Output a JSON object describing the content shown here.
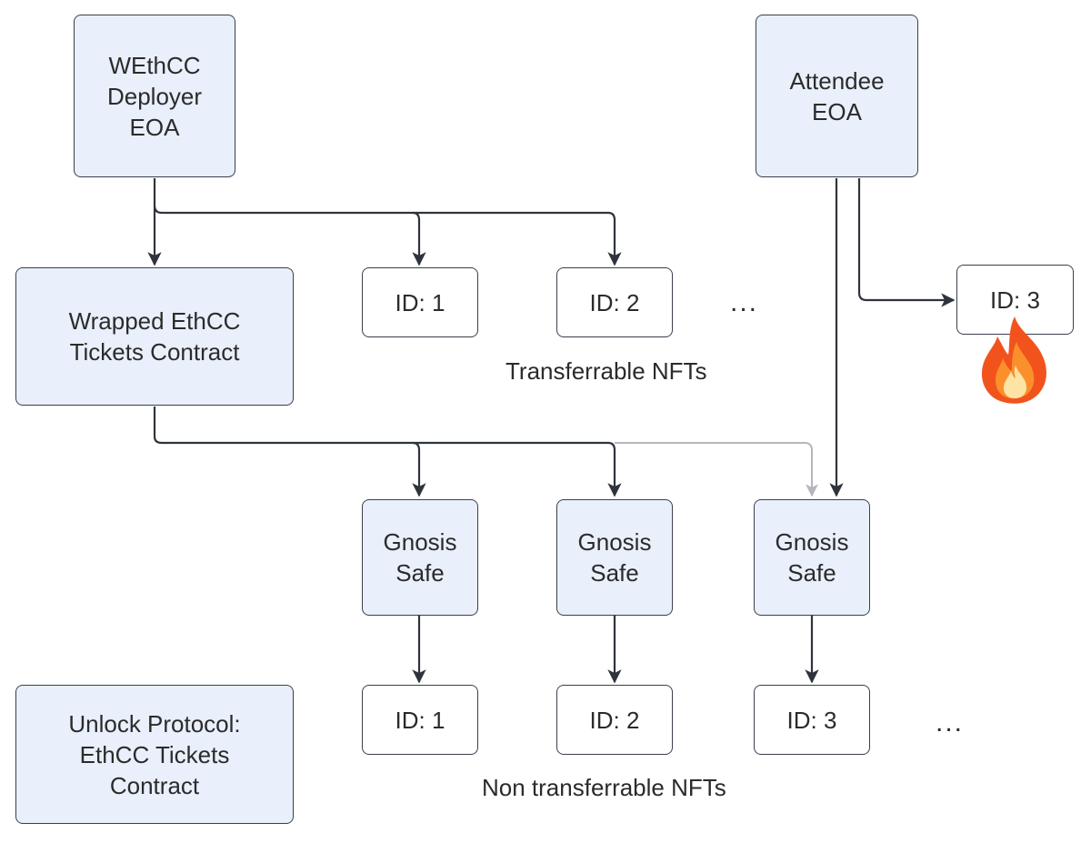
{
  "nodes": {
    "deployer": "WEthCC\nDeployer\nEOA",
    "attendee": "Attendee\nEOA",
    "wrapped_contract": "Wrapped EthCC\nTickets Contract",
    "unlock_contract": "Unlock Protocol:\nEthCC Tickets\nContract",
    "transferable_ids": [
      "ID: 1",
      "ID: 2",
      "ID: 3"
    ],
    "safes": [
      "Gnosis\nSafe",
      "Gnosis\nSafe",
      "Gnosis\nSafe"
    ],
    "non_transferable_ids": [
      "ID: 1",
      "ID: 2",
      "ID: 3"
    ]
  },
  "captions": {
    "transferable": "Transferrable NFTs",
    "non_transferable": "Non transferrable NFTs"
  },
  "ellipsis": "...",
  "colors": {
    "box_blue": "#e9f0fc",
    "box_white": "#ffffff",
    "edge": "#2f343c",
    "edge_faded": "#b4b7bb",
    "border": "#3a3f4a"
  },
  "icons": {
    "burned": "fire-icon"
  }
}
